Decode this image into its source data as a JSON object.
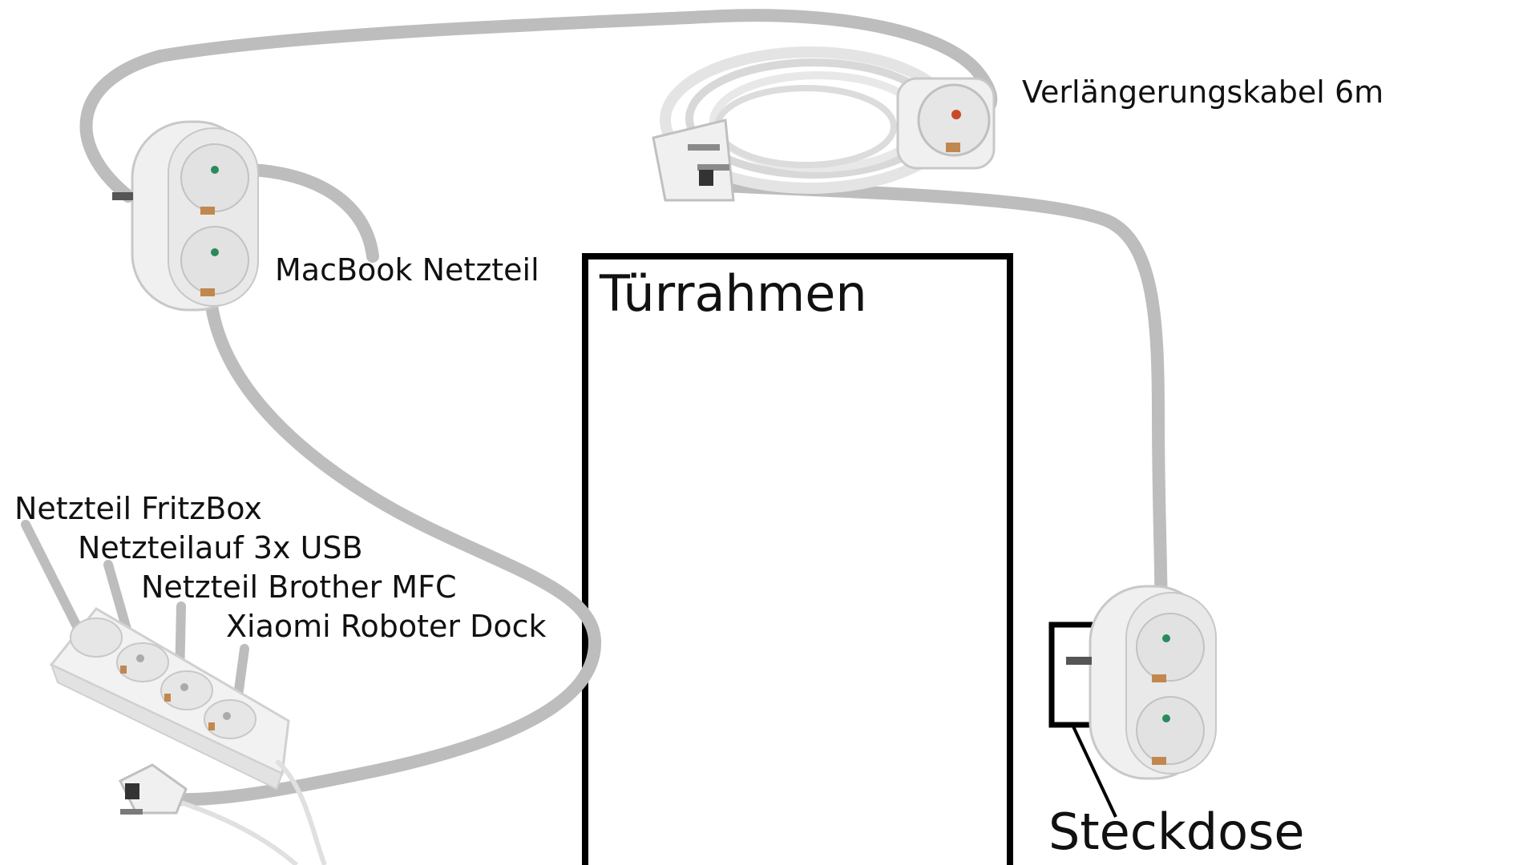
{
  "labels": {
    "extension_cable": "Verlängerungskabel 6m",
    "macbook": "MacBook Netzteil",
    "door_frame": "Türrahmen",
    "socket": "Steckdose",
    "fritzbox": "Netzteil FritzBox",
    "usb": "Netzteilauf 3x USB",
    "brother": "Netzteil Brother MFC",
    "xiaomi": "Xiaomi Roboter Dock"
  },
  "colors": {
    "cable": "#bdbdbd",
    "outline": "#000000",
    "device_body": "#f0f0f0",
    "device_edge": "#c8c8c8",
    "ground_clip": "#c08850",
    "indicator_green": "#2a8a5a",
    "indicator_red": "#c84a2a"
  },
  "icons": [
    "double-socket-adapter-icon",
    "extension-cable-icon",
    "power-strip-icon",
    "plug-icon"
  ]
}
